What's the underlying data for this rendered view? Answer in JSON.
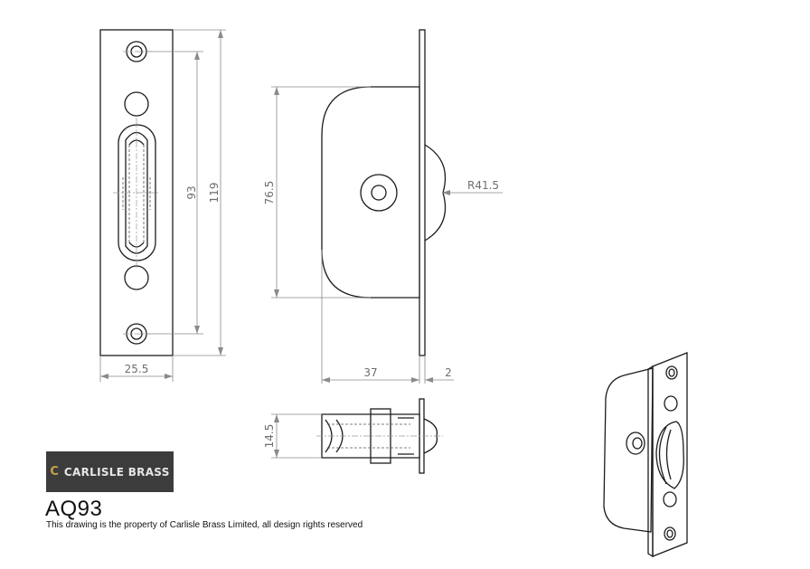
{
  "colors": {
    "logo_background": "#3c3c3c",
    "logo_text": "#e6e6e6",
    "logo_mark": "#c9a24a",
    "line": "#1c1c1c",
    "dimension": "#8a8a8a"
  },
  "dimensions": {
    "faceplate_width": "25.5",
    "hole_centres": "93",
    "overall_height": "119",
    "body_height": "76.5",
    "wheel_radius": "R41.5",
    "body_depth": "37",
    "plate_thickness": "2",
    "body_width": "14.5"
  },
  "logo": {
    "mark": "C",
    "text": "CARLISLE BRASS"
  },
  "product_code": "AQ93",
  "copyright": "This drawing is the property of Carlisle Brass Limited, all design rights reserved"
}
